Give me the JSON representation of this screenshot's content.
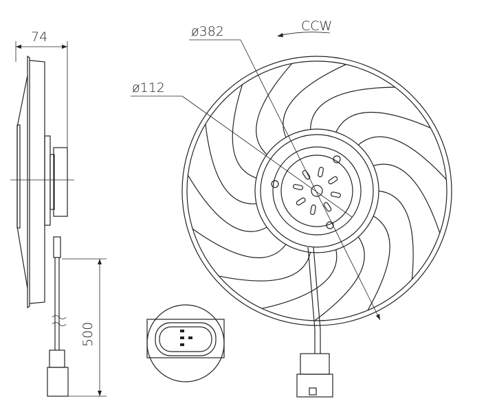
{
  "dimensions": {
    "depth": "74",
    "outer_diameter": "ø382",
    "hub_diameter": "ø112",
    "rotation": "CCW",
    "cable_length": "500"
  },
  "blade_count": 15,
  "colors": {
    "line": "#222222",
    "background": "#ffffff"
  }
}
